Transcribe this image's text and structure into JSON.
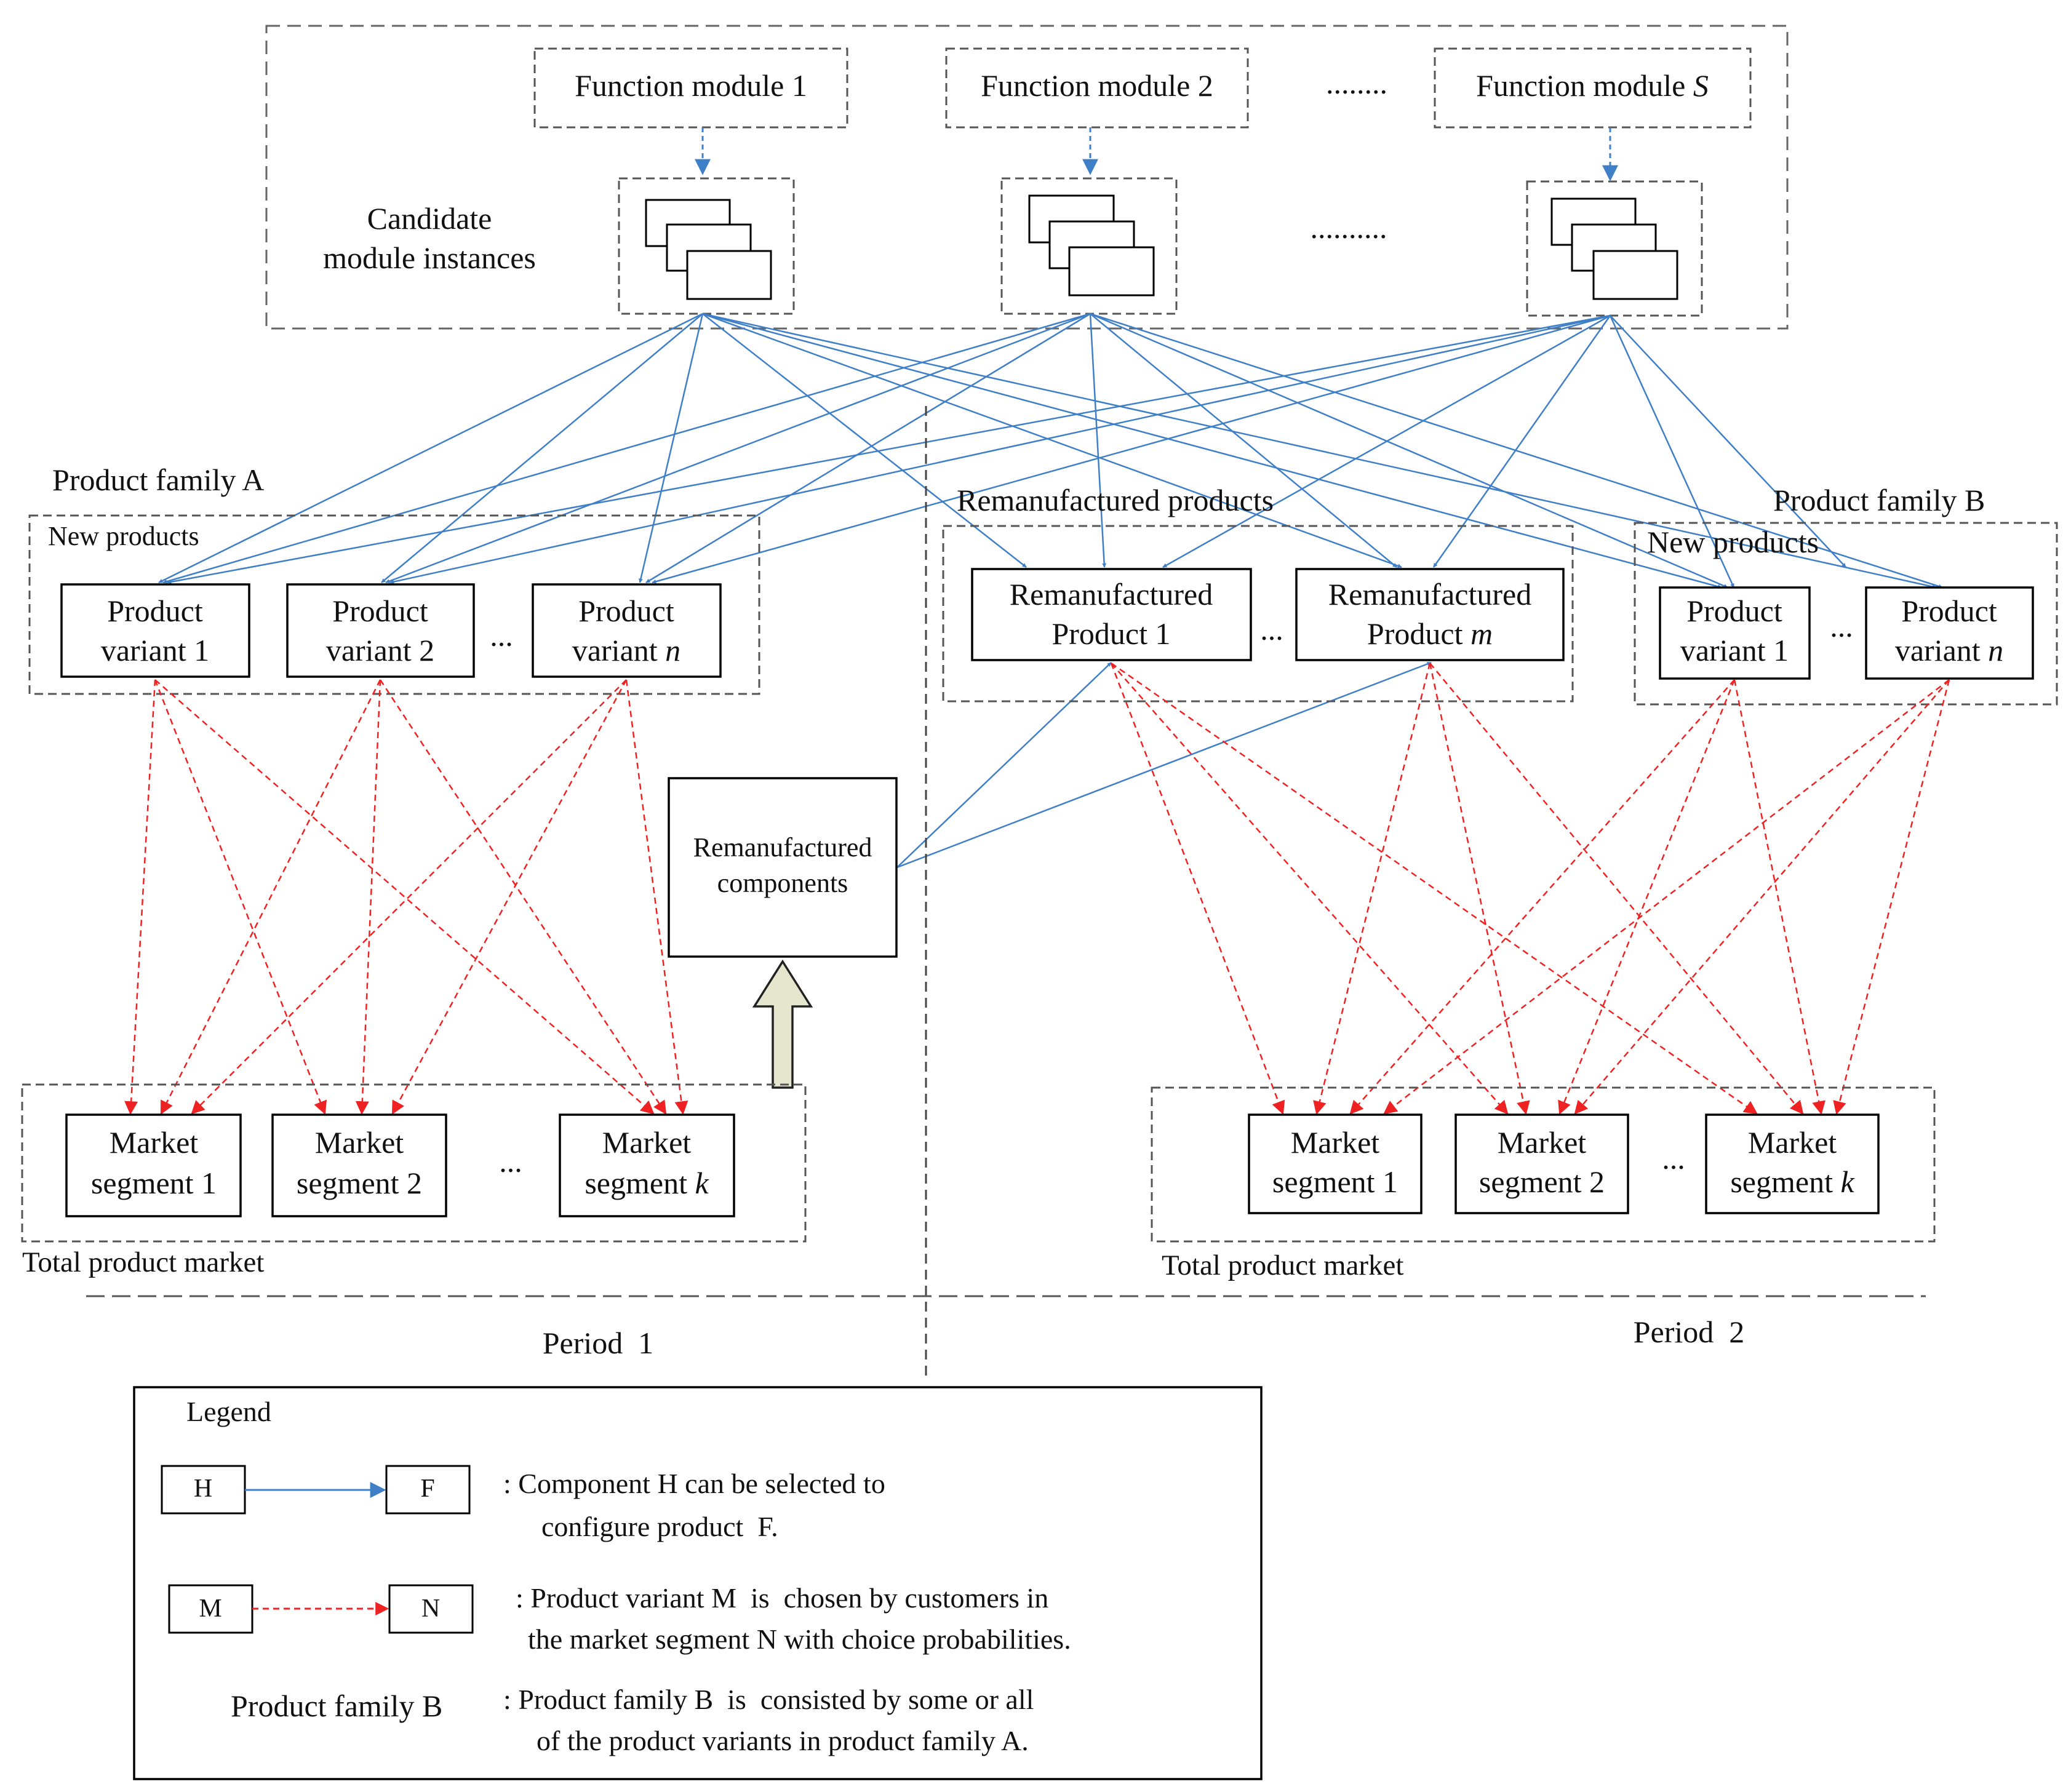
{
  "modules": {
    "items": [
      {
        "text": "Function module 1",
        "italic_suffix": ""
      },
      {
        "text": "Function module 2",
        "italic_suffix": ""
      },
      {
        "text": "Function module ",
        "italic_suffix": "S"
      }
    ],
    "ellipsis_top": "........",
    "ellipsis_instances": "..........",
    "candidate_label": [
      "Candidate",
      "module instances"
    ]
  },
  "family_a": {
    "title": "Product family A",
    "group_label": "New products",
    "variants": [
      {
        "line1": "Product",
        "line2": "variant 1",
        "italic": ""
      },
      {
        "line1": "Product",
        "line2": "variant 2",
        "italic": ""
      },
      {
        "line1": "Product",
        "line2": "variant ",
        "italic": "n"
      }
    ],
    "ellipsis": "..."
  },
  "reman": {
    "title": "Remanufactured products",
    "products": [
      {
        "line1": "Remanufactured",
        "line2": "Product 1",
        "italic": ""
      },
      {
        "line1": "Remanufactured",
        "line2": "Product ",
        "italic": "m"
      }
    ],
    "ellipsis": "...",
    "components": [
      "Remanufactured",
      "components"
    ]
  },
  "family_b": {
    "title": "Product family B",
    "group_label": "New products",
    "variants": [
      {
        "line1": "Product",
        "line2": "variant 1",
        "italic": ""
      },
      {
        "line1": "Product",
        "line2": "variant ",
        "italic": "n"
      }
    ],
    "ellipsis": "..."
  },
  "market1": {
    "segments": [
      {
        "line1": "Market",
        "line2": "segment 1",
        "italic": ""
      },
      {
        "line1": "Market",
        "line2": "segment 2",
        "italic": ""
      },
      {
        "line1": "Market",
        "line2": "segment ",
        "italic": "k"
      }
    ],
    "ellipsis": "...",
    "label": "Total product market"
  },
  "market2": {
    "segments": [
      {
        "line1": "Market",
        "line2": "segment 1",
        "italic": ""
      },
      {
        "line1": "Market",
        "line2": "segment 2",
        "italic": ""
      },
      {
        "line1": "Market",
        "line2": "segment ",
        "italic": "k"
      }
    ],
    "ellipsis": "...",
    "label": "Total product market"
  },
  "periods": {
    "period1": "Period  1",
    "period2": "Period  2"
  },
  "legend": {
    "title": "Legend",
    "row1": {
      "from": "H",
      "to": "F",
      "text": [
        ": Component H can be selected to",
        "configure product  F."
      ]
    },
    "row2": {
      "from": "M",
      "to": "N",
      "text": [
        ": Product variant M  is  chosen by customers in",
        "the market segment N with choice probabilities."
      ]
    },
    "row3": {
      "key": "Product family B",
      "text": [
        ": Product family B  is  consisted by some or all",
        "of the product variants in product family A."
      ]
    }
  },
  "colors": {
    "blue_arrow": "#3f7fc7",
    "red_arrow": "#ee2222",
    "dashed_box": "#555555",
    "hollow_arrow_fill": "#e6e6cf"
  }
}
